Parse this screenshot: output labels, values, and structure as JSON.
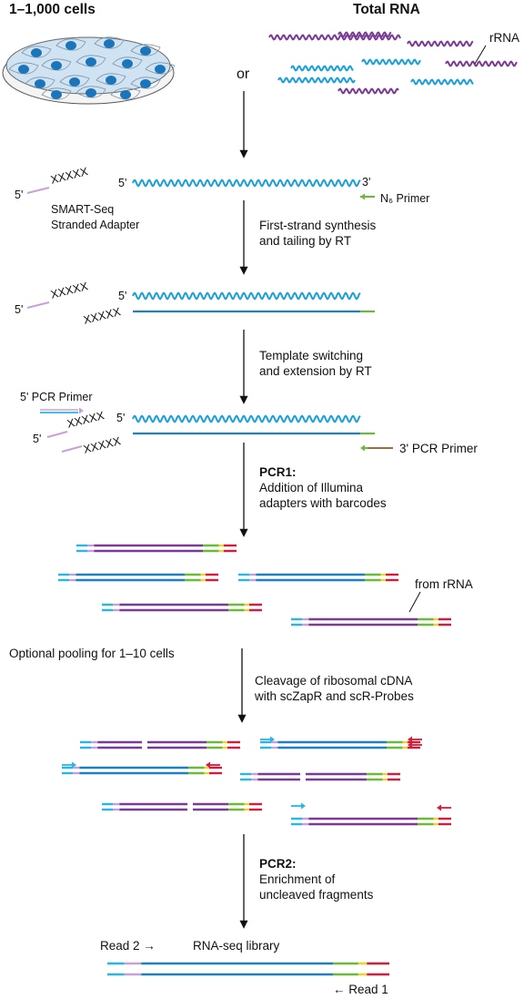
{
  "colors": {
    "rna": "#1a9fd8",
    "rrna": "#7b3a96",
    "cdna": "#1f7fc1",
    "seq": "#1f3fa0",
    "green": "#6abb3a",
    "pink": "#c8a0d8",
    "red": "#d81b3a",
    "cyan": "#29b5e8",
    "yellow": "#f2d22e",
    "dish": "#cfe3f3",
    "nucleus": "#1b75bb"
  },
  "header": {
    "cells": "1–1,000 cells",
    "or": "or",
    "total_rna": "Total RNA",
    "rrna": "rRNA"
  },
  "step1": {
    "xxxxx": "XXXXX",
    "five_prime": "5'",
    "three_prime": "3'",
    "adapter": "SMART-Seq\nStranded Adapter",
    "n6_primer": "N₆ Primer",
    "arrow_label": "First-strand synthesis\nand tailing by RT"
  },
  "step2": {
    "xxxxx": "XXXXX",
    "five_prime": "5'",
    "arrow_label": "Template switching\nand extension by RT"
  },
  "step3": {
    "pcr5": "5' PCR Primer",
    "xxxxx": "XXXXX",
    "five_prime": "5'",
    "pcr3": "3' PCR Primer"
  },
  "step4": {
    "title": "PCR1:",
    "body": "Addition of Illumina\nadapters with barcodes",
    "from_rrna": "from rRNA"
  },
  "step5": {
    "pooling": "Optional pooling for 1–10 cells",
    "cleavage": "Cleavage of ribosomal cDNA\nwith scZapR and scR-Probes"
  },
  "step6": {
    "title": "PCR2:",
    "body": "Enrichment of\nuncleaved fragments"
  },
  "library": {
    "read2": "Read 2 →",
    "title": "RNA-seq library",
    "read1": "← Read 1"
  }
}
